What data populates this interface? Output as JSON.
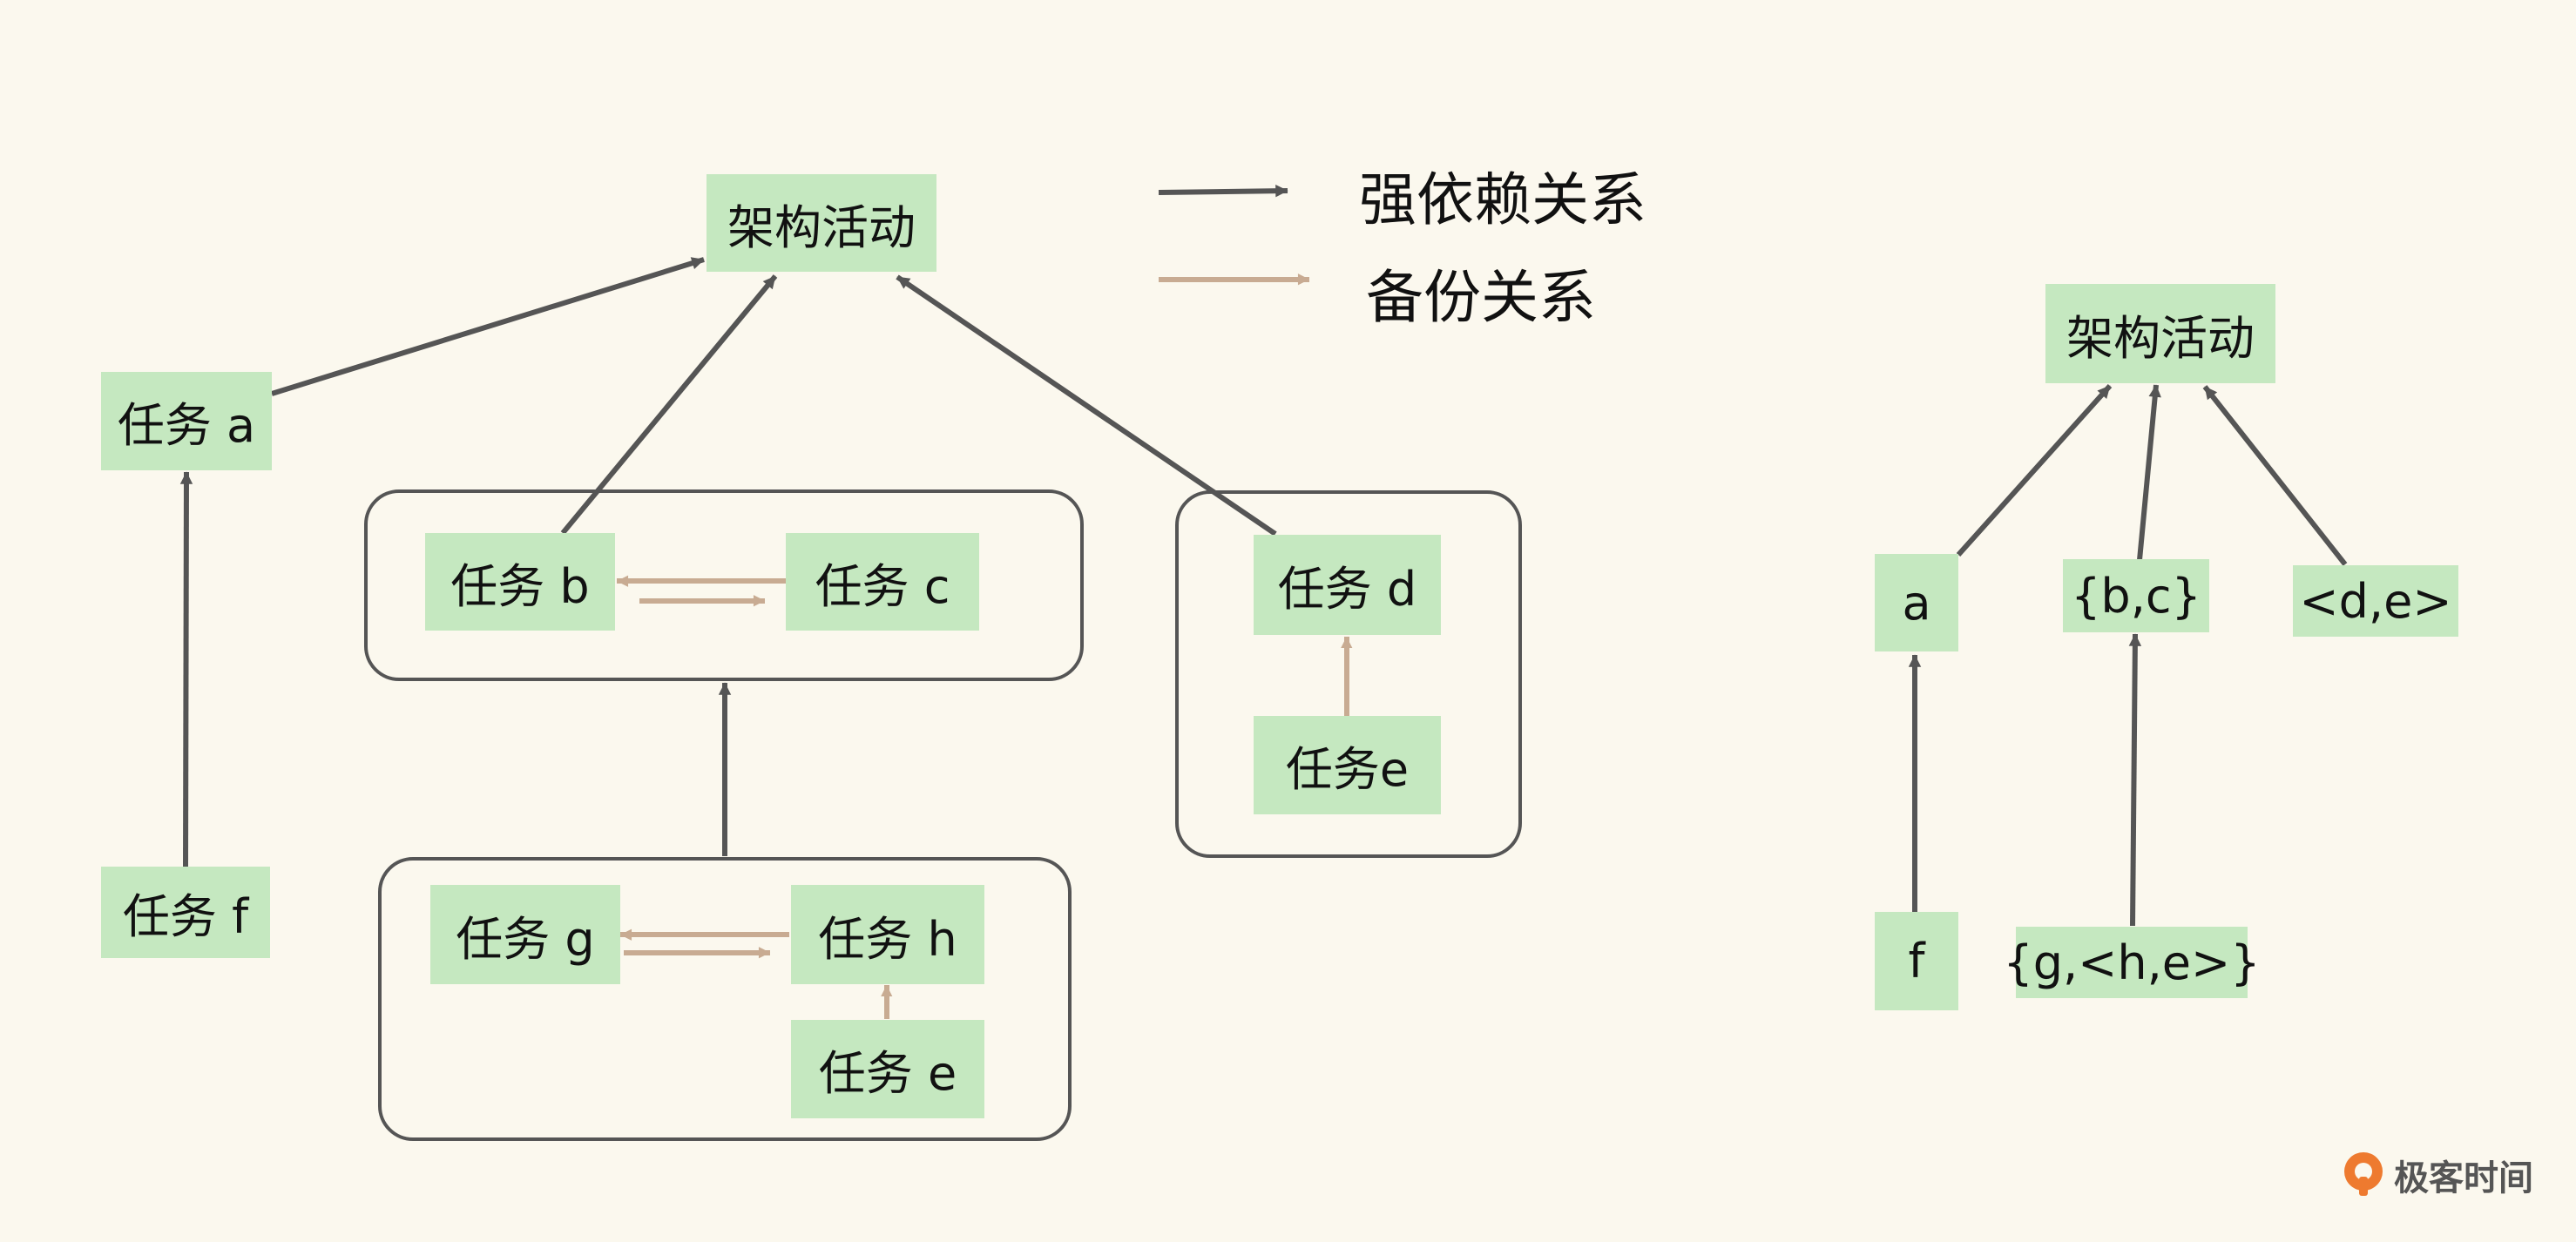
{
  "legend": {
    "strong": "强依赖关系",
    "backup": "备份关系"
  },
  "left_diagram": {
    "root": "架构活动",
    "task_a": "任务 a",
    "task_b": "任务 b",
    "task_c": "任务 c",
    "task_d": "任务 d",
    "task_e_right": "任务e",
    "task_f": "任务 f",
    "task_g": "任务 g",
    "task_h": "任务 h",
    "task_e_bottom": "任务 e"
  },
  "right_diagram": {
    "root": "架构活动",
    "a": "a",
    "bc": "{b,c}",
    "de": "<d,e>",
    "f": "f",
    "ghe": "{g,<h,e>}"
  },
  "brand": {
    "name": "极客时间"
  },
  "colors": {
    "background": "#fbf8ee",
    "node_fill": "#c5e8c0",
    "strong_arrow": "#555555",
    "backup_arrow": "#c8ab92"
  }
}
